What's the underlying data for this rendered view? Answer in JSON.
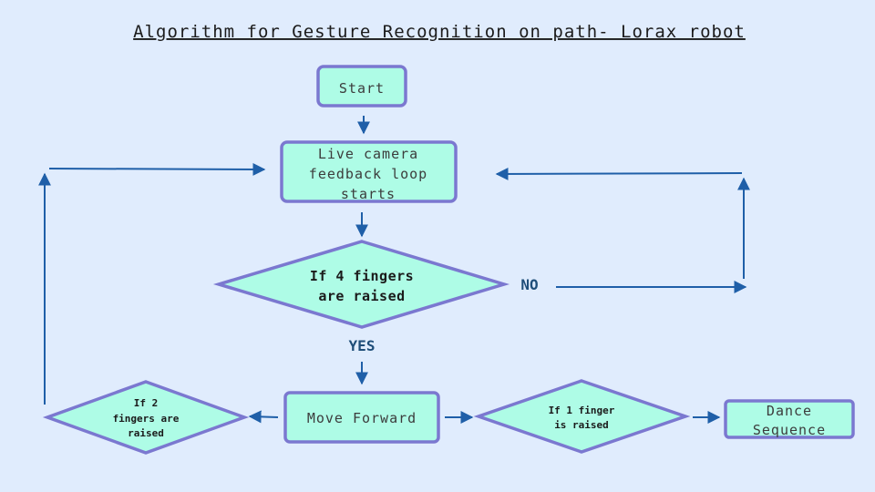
{
  "title": "Algorithm for Gesture Recognition on path- Lorax robot",
  "nodes": {
    "start": {
      "lines": [
        "Start"
      ]
    },
    "camera": {
      "lines": [
        "Live camera",
        "feedback loop",
        "starts"
      ]
    },
    "four_fingers": {
      "lines": [
        "If 4 fingers",
        "are raised"
      ]
    },
    "move_forward": {
      "lines": [
        "Move Forward"
      ]
    },
    "two_fingers": {
      "lines": [
        "If 2",
        "fingers are",
        "raised"
      ]
    },
    "one_finger": {
      "lines": [
        "If 1 finger",
        "is raised"
      ]
    },
    "dance": {
      "lines": [
        "Dance",
        "Sequence"
      ]
    }
  },
  "edge_labels": {
    "no": "NO",
    "yes": "YES"
  },
  "colors": {
    "background": "#e0ecfd",
    "node_fill": "#aefce6",
    "node_stroke": "#7b78d0",
    "arrow": "#1f5fa8"
  }
}
